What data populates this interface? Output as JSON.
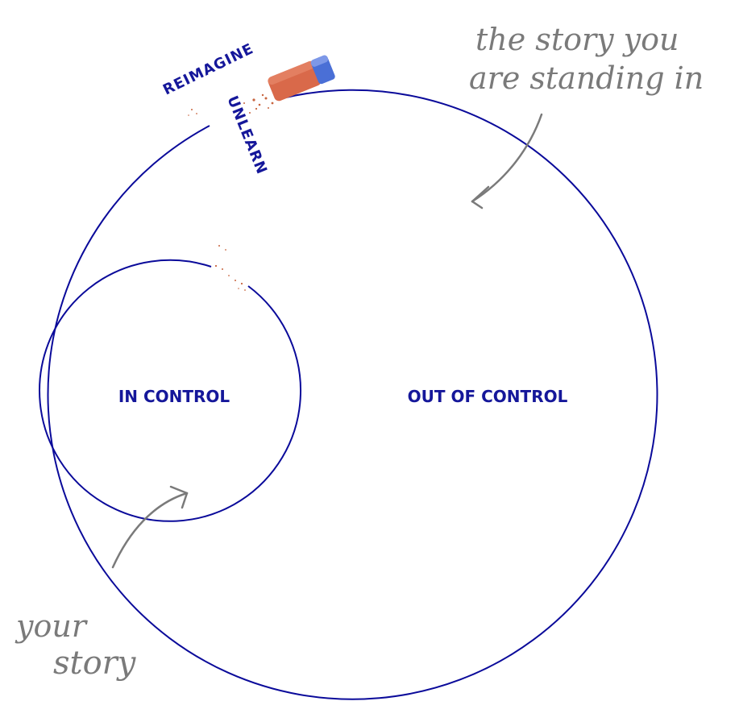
{
  "colors": {
    "circle_stroke": "#0a0a9a",
    "label_text": "#15179a",
    "handwriting": "#7a7a7a",
    "eraser_body": "#d9694a",
    "eraser_sleeve": "#4a6fd6",
    "crumbs": "#c8653f"
  },
  "diagram": {
    "inner_label": "IN CONTROL",
    "outer_label": "OUT OF CONTROL",
    "word_reimagine": "REIMAGINE",
    "word_unlearn": "UNLEARN",
    "note_outer_line1": "the story you",
    "note_outer_line2": "are standing in",
    "note_inner_line1": "your",
    "note_inner_line2": "story"
  },
  "icons": {
    "eraser": "eraser-icon",
    "arrow_outer": "arrow-to-outer-circle",
    "arrow_inner": "arrow-to-inner-circle"
  }
}
